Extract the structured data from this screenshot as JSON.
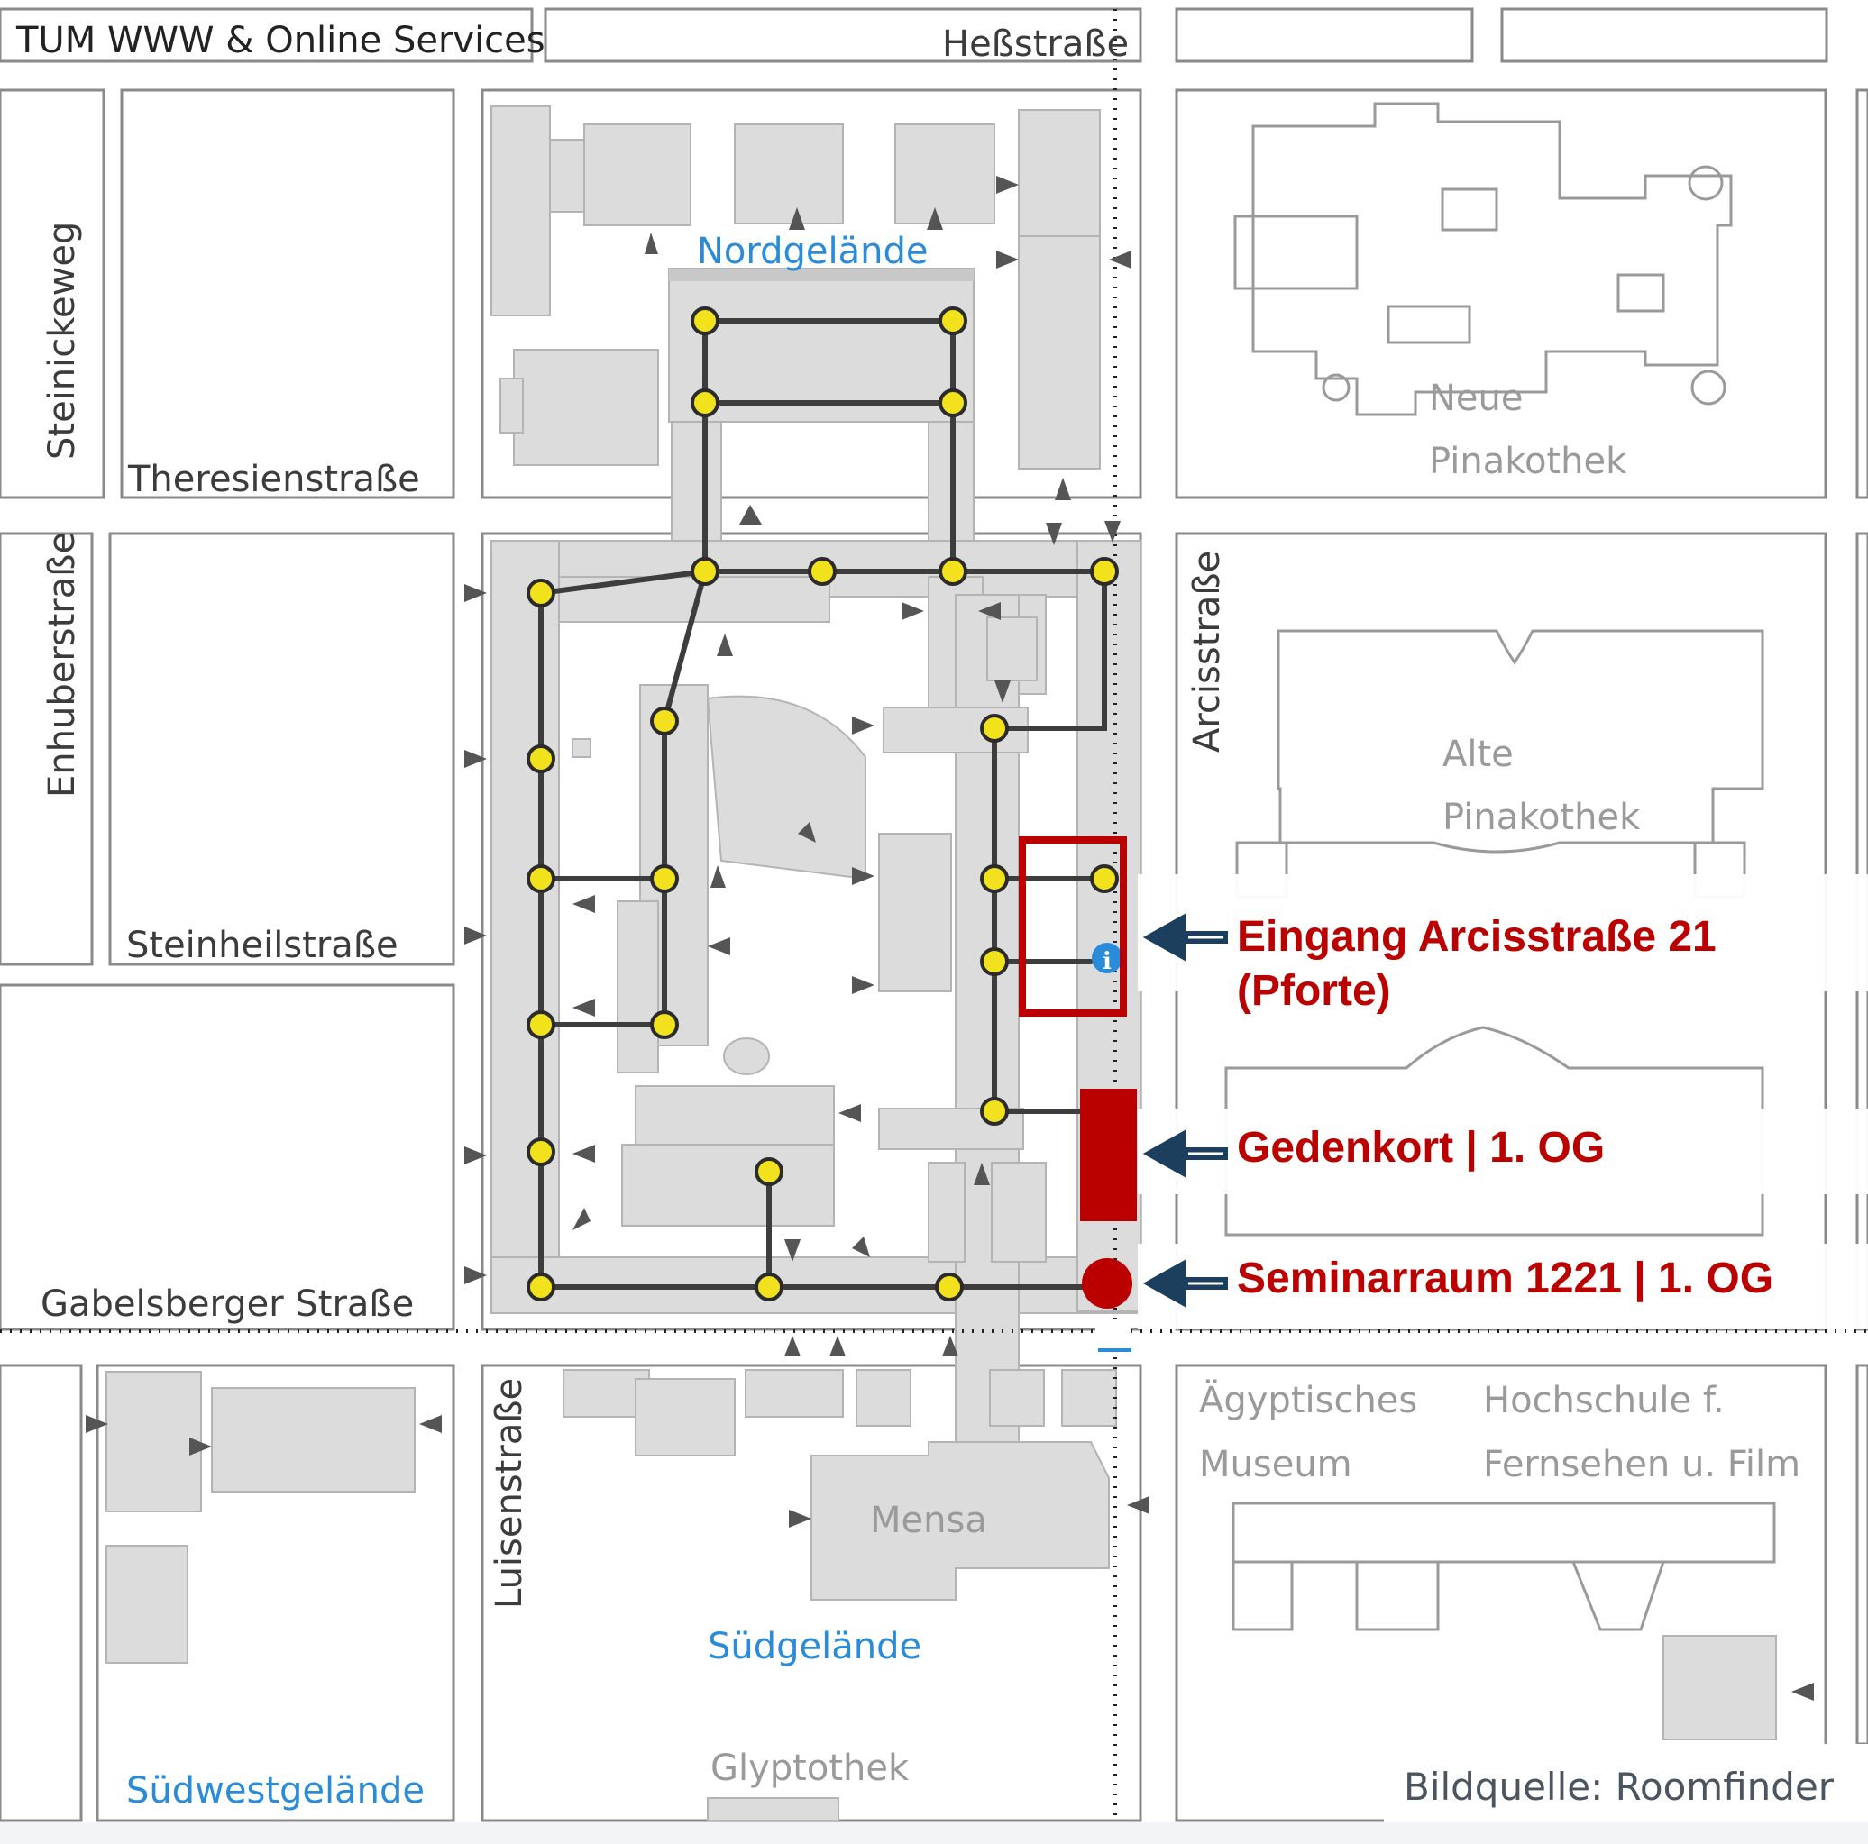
{
  "header": {
    "service_name": "TUM WWW & Online Services"
  },
  "streets": {
    "hessstrasse": "Heßstraße",
    "steinickeweg": "Steinickeweg",
    "theresienstrasse": "Theresienstraße",
    "enhuberstrasse": "Enhuberstraße",
    "steinheilstrasse": "Steinheilstraße",
    "gabelsberger": "Gabelsberger Straße",
    "arcisstrasse": "Arcisstraße",
    "luisenstrasse": "Luisenstraße"
  },
  "areas": {
    "nordgelaende": "Nordgelände",
    "suedgelaende": "Südgelände",
    "suedwestgelaende": "Südwestgelände"
  },
  "landmarks": {
    "neue_pinakothek": [
      "Neue",
      "Pinakothek"
    ],
    "alte_pinakothek": [
      "Alte",
      "Pinakothek"
    ],
    "aegyptisches_museum": [
      "Ägyptisches",
      "Museum"
    ],
    "hochschule": [
      "Hochschule f.",
      "Fernsehen u. Film"
    ],
    "mensa": "Mensa",
    "glyptothek": "Glyptothek"
  },
  "markers": [
    {
      "id": "entrance",
      "lines": [
        "Eingang Arcisstraße 21",
        "(Pforte)"
      ],
      "shape": "square-outline"
    },
    {
      "id": "gedenkort",
      "lines": [
        "Gedenkort | 1. OG"
      ],
      "shape": "rectangle"
    },
    {
      "id": "seminar",
      "lines": [
        "Seminarraum 1221 | 1. OG"
      ],
      "shape": "circle"
    }
  ],
  "info_icon": "info-icon",
  "source_credit": "Bildquelle: Roomfinder",
  "colors": {
    "marker_red": "#bb0000",
    "arrow_blue": "#1d3f5e",
    "node_yellow": "#f2e21e",
    "area_blue": "#2a8bd8",
    "building_grey": "#dcdcdc"
  }
}
